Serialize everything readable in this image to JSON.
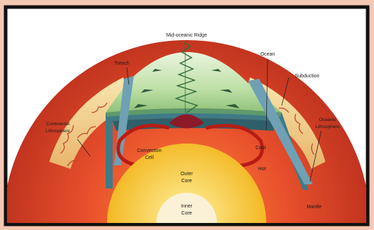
{
  "labels": {
    "mid_oceanic_ridge": "Mid-oceanic Ridge",
    "trench": "Trench",
    "ocean": "Ocean",
    "subduction": "Subduction",
    "continental_lithosphere_1": "Continental",
    "continental_lithosphere_2": "Lithosphere",
    "oceanic_lithosphere_1": "Oceanic",
    "oceanic_lithosphere_2": "Lithosphere",
    "convection_cell_1": "Convection",
    "convection_cell_2": "Cell",
    "cool": "Cool",
    "hot": "Hot",
    "outer_core_1": "Outer",
    "outer_core_2": "Core",
    "inner_core_1": "Inner",
    "inner_core_2": "Core",
    "mantle": "Mantle"
  },
  "colors": {
    "page_background": "#f4c8b3",
    "frame_border": "#111111",
    "ocean_green": "#a9d08e",
    "lithosphere_blue": "#3f7a86",
    "mantle_red": "#d9442a",
    "outer_core_yellow": "#f6cc2a",
    "inner_core_cream": "#fbf1d7",
    "arrow_red": "#c6281e"
  }
}
